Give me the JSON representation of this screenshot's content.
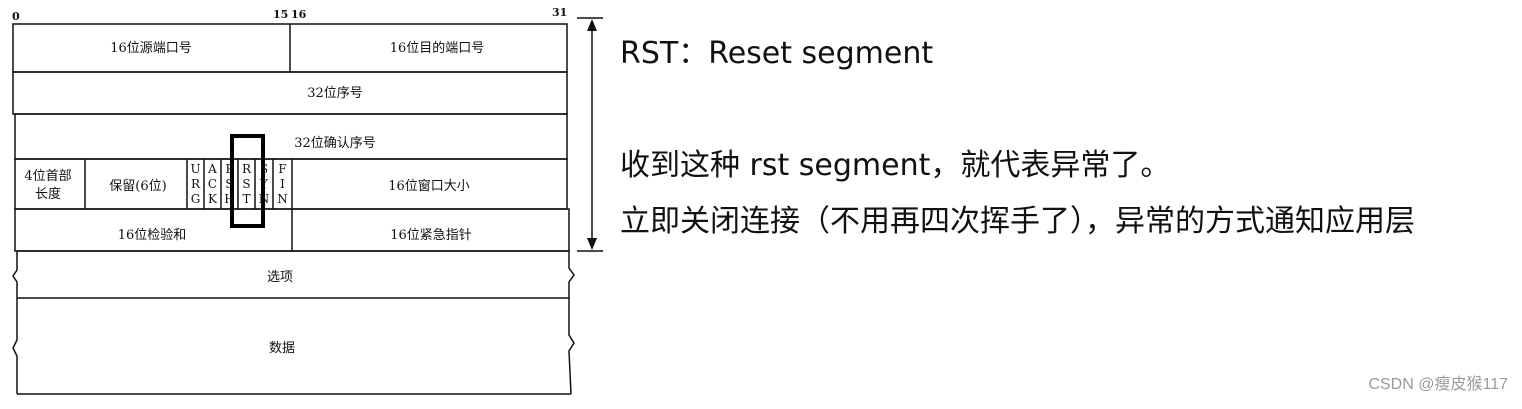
{
  "bit_labels": {
    "start": "0",
    "mid_left": "15",
    "mid_right": "16",
    "end": "31"
  },
  "header_fields": {
    "src_port": "16位源端口号",
    "dst_port": "16位目的端口号",
    "seq": "32位序号",
    "ack_seq": "32位确认序号",
    "header_len_line1": "4位首部",
    "header_len_line2": "长度",
    "reserved": "保留(6位)",
    "window": "16位窗口大小",
    "checksum": "16位检验和",
    "urgent": "16位紧急指针",
    "options": "选项",
    "data": "数据"
  },
  "flags": [
    {
      "name": "URG",
      "letters": [
        "U",
        "R",
        "G"
      ]
    },
    {
      "name": "ACK",
      "letters": [
        "A",
        "C",
        "K"
      ]
    },
    {
      "name": "PSH",
      "letters": [
        "P",
        "S",
        "H"
      ]
    },
    {
      "name": "RST",
      "letters": [
        "R",
        "S",
        "T"
      ],
      "highlighted": true
    },
    {
      "name": "SYN",
      "letters": [
        "S",
        "Y",
        "N"
      ]
    },
    {
      "name": "FIN",
      "letters": [
        "F",
        "I",
        "N"
      ]
    }
  ],
  "notes": {
    "rst_title": "RST：Reset segment",
    "line1": "收到这种 rst segment，就代表异常了。",
    "line2": "立即关闭连接（不用再四次挥手了），异常的方式通知应用层"
  },
  "watermark": "CSDN @瘦皮猴117",
  "colors": {
    "ink": "#111111",
    "highlight_box": "#000000"
  }
}
